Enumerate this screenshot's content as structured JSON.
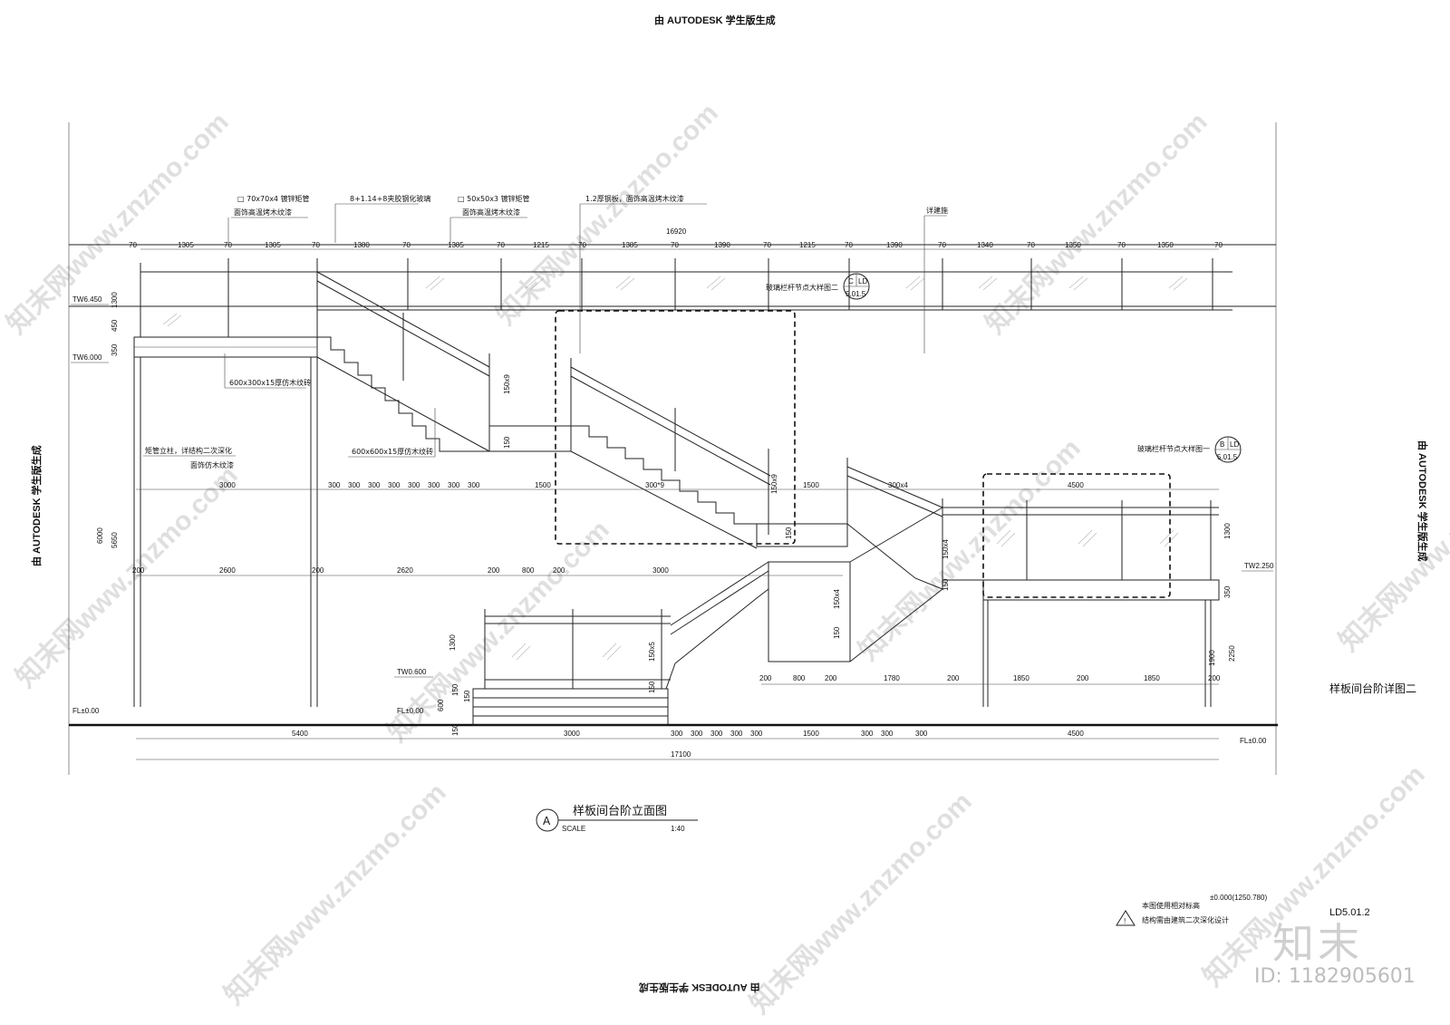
{
  "stamps": {
    "top": "由 AUTODESK 学生版生成",
    "bottom": "由 AUTODESK 学生版生成",
    "left": "由 AUTODESK 学生版生成",
    "right": "由 AUTODESK 学生版生成"
  },
  "callouts": {
    "c1a": "□ 70x70x4 镀锌矩管",
    "c1b": "面饰高温烤木纹漆",
    "c2": "8+1.14+8夹胶钢化玻璃",
    "c3a": "□ 50x50x3 镀锌矩管",
    "c3b": "面饰高温烤木纹漆",
    "c4": "1.2厚钢板，面饰高温烤木纹漆",
    "c5": "详建施",
    "tile1": "600x300x15厚仿木纹砖",
    "tile2": "600x600x15厚仿木纹砖",
    "post_a": "矩管立柱，详结构二次深化",
    "post_b": "面饰仿木纹漆",
    "detail_c_label": "玻璃栏杆节点大样图二",
    "detail_c_letter": "C",
    "detail_c_ref": "LD",
    "detail_c_sheet": "5.01.5",
    "detail_b_label": "玻璃栏杆节点大样图一",
    "detail_b_letter": "B",
    "detail_b_ref": "LD",
    "detail_b_sheet": "5.01.5",
    "side_title": "样板间台阶详图二"
  },
  "levels": {
    "tw6450": "TW6.450",
    "tw6000": "TW6.000",
    "tw2250": "TW2.250",
    "tw0600": "TW0.600",
    "fl_left": "FL±0.00",
    "fl_mid": "FL±0.00",
    "fl_right": "FL±0.00"
  },
  "dims": {
    "total_top": "16920",
    "top_row": [
      "70",
      "1305",
      "70",
      "1305",
      "70",
      "1380",
      "70",
      "1385",
      "70",
      "1215",
      "70",
      "1385",
      "70",
      "1390",
      "70",
      "1215",
      "70",
      "1390",
      "70",
      "1340",
      "70",
      "1350",
      "70",
      "1350",
      "70"
    ],
    "row_3000": [
      "3000",
      "300",
      "300",
      "300",
      "300",
      "300",
      "300",
      "300",
      "300",
      "1500",
      "300*9",
      "1500",
      "300x4",
      "4500"
    ],
    "row_200": [
      "200",
      "2600",
      "200",
      "2620",
      "200",
      "800",
      "200",
      "3000"
    ],
    "row_low": [
      "200",
      "800",
      "200",
      "1780",
      "200",
      "1850",
      "200",
      "1850",
      "200"
    ],
    "bottom_row": [
      "5400",
      "3000",
      "300",
      "300",
      "300",
      "300",
      "300",
      "1500",
      "300",
      "300",
      "300",
      "4500"
    ],
    "total_bottom": "17100",
    "vertical": [
      "1300",
      "450",
      "350",
      "6000",
      "5650",
      "150x9",
      "150",
      "150x9",
      "150",
      "150x4",
      "150",
      "150x4",
      "150",
      "1300",
      "350",
      "1900",
      "2250",
      "1300",
      "150x5",
      "150",
      "600",
      "150",
      "150",
      "150"
    ]
  },
  "title_block": {
    "marker": "A",
    "title": "样板间台阶立面图",
    "scale_label": "SCALE",
    "scale": "1:40"
  },
  "notes": {
    "line1": "本图使用相对标高",
    "line1_value": "±0.000(1250.780)",
    "line2": "结构需由建筑二次深化设计",
    "sheet": "LD5.01.2"
  },
  "branding": {
    "logo": "知末",
    "id": "ID: 1182905601",
    "watermark": "知末网www.znzmo.com"
  }
}
